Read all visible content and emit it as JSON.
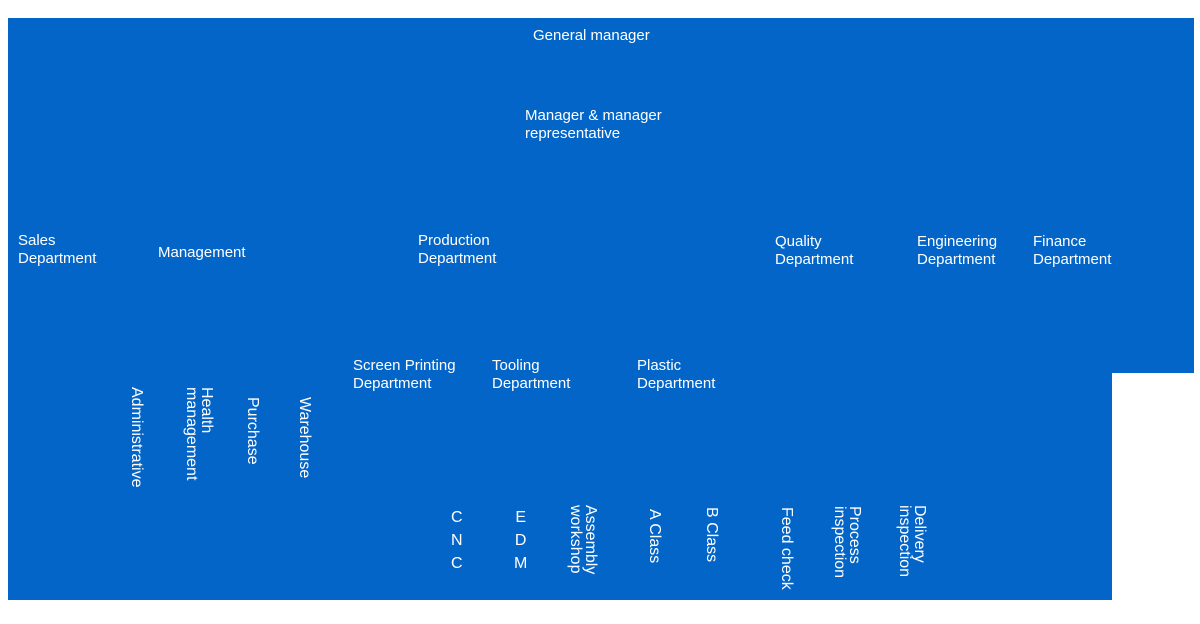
{
  "palette": {
    "canvas_background": "#ffffff",
    "diagram_fill": "#0465c8",
    "label_text": "#ffffff"
  },
  "org_chart": {
    "top": {
      "general_manager": "General manager",
      "manager_representative": "Manager & manager\nrepresentative"
    },
    "departments": {
      "sales": "Sales\nDepartment",
      "management": "Management",
      "production": "Production\nDepartment",
      "quality": "Quality\nDepartment",
      "engineering": "Engineering\nDepartment",
      "finance": "Finance\nDepartment"
    },
    "sections": {
      "screen_printing": "Screen Printing\nDepartment",
      "tooling": "Tooling\nDepartment",
      "plastic": "Plastic\nDepartment"
    },
    "management_units": {
      "administrative": "Administrative",
      "health_management": "Health\nmanagement",
      "purchase": "Purchase",
      "warehouse": "Warehouse"
    },
    "workshops": {
      "cnc": "C\nN\nC",
      "edm": "E\nD\nM",
      "assembly_workshop": "Assembly\nworkshop",
      "a_class": "A Class",
      "b_class": "B Class",
      "feed_check": "Feed check",
      "process_inspection": "Process\ninspection",
      "delivery_inspection": "Delivery\ninspection"
    }
  }
}
